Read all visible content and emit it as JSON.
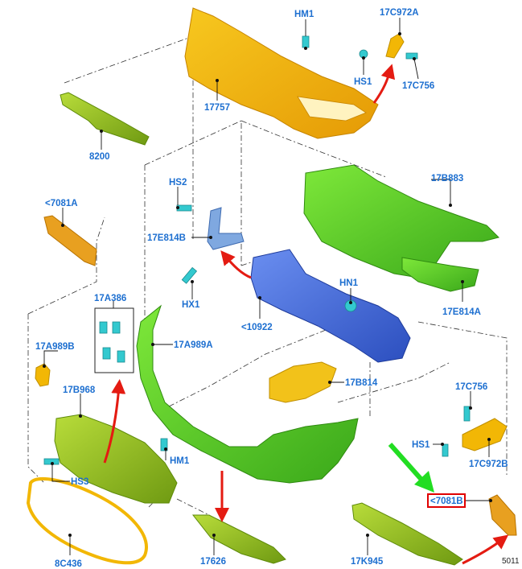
{
  "colors": {
    "label": "#1d6fd0",
    "yellow_part": "#f2b705",
    "green_part": "#5fcf1f",
    "lime_part": "#9ccc2a",
    "orange_part": "#e8a020",
    "blue_part": "#4a6fd6",
    "light_blue_part": "#7fa8e0",
    "fastener": "#33c9cf",
    "red_arrow": "#e41b12",
    "green_arrow": "#22dd22",
    "highlight_box": "#e00000"
  },
  "labels": {
    "hm1_top": "HM1",
    "p17c972a": "17C972A",
    "hs1_top": "HS1",
    "p17c756_top": "17C756",
    "p17757": "17757",
    "p8200": "8200",
    "hs2": "HS2",
    "p17e814b": "17E814B",
    "hx1": "HX1",
    "p17b883": "17B883",
    "p7081a": "<7081A",
    "hn1": "HN1",
    "p17e814a": "17E814A",
    "p10922": "<10922",
    "p17a386": "17A386",
    "p17a989b": "17A989B",
    "p17a989a": "17A989A",
    "p17b814": "17B814",
    "p17b968": "17B968",
    "p17c756_low": "17C756",
    "hs1_low": "HS1",
    "p17c972b": "17C972B",
    "hm1_low": "HM1",
    "hs3": "HS3",
    "p7081b": "<7081B",
    "p8c436": "8C436",
    "p17626": "17626",
    "p17k945": "17K945",
    "page_number": "5011"
  }
}
